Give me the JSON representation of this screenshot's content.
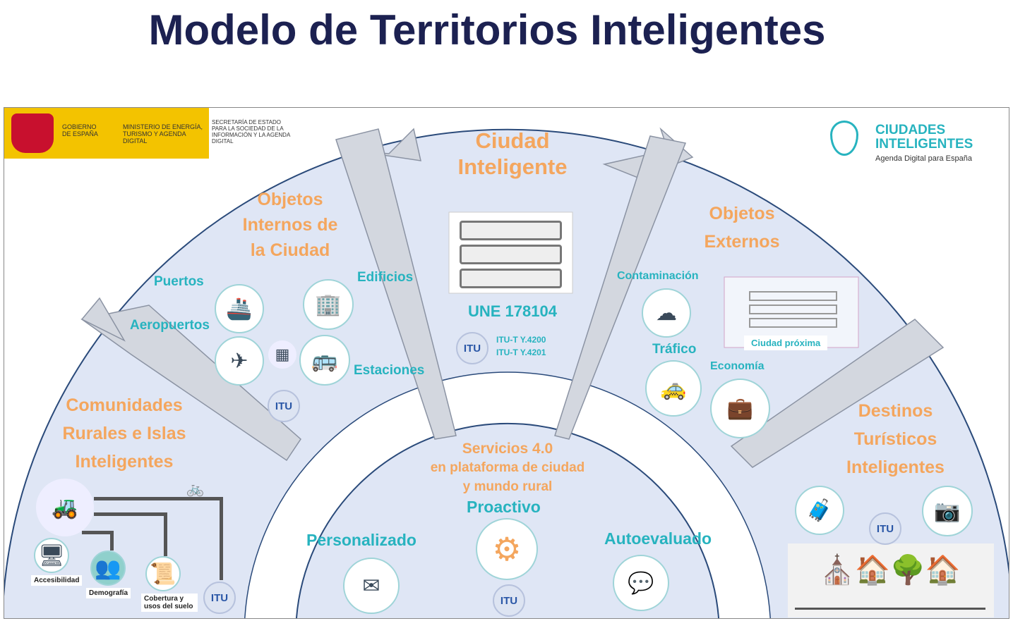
{
  "title": "Modelo de Territorios Inteligentes",
  "header": {
    "gov": "GOBIERNO DE ESPAÑA",
    "ministry": "MINISTERIO DE ENERGÍA, TURISMO Y AGENDA DIGITAL",
    "secretary": "SECRETARÍA DE ESTADO PARA LA SOCIEDAD DE LA INFORMACIÓN Y LA AGENDA DIGITAL"
  },
  "brand": {
    "name_1": "CIUDADES",
    "name_2": "INTELIGENTES",
    "tagline": "Agenda Digital para España"
  },
  "center": {
    "title_1": "Ciudad",
    "title_2": "Inteligente",
    "standard": "UNE 178104",
    "itu_1": "ITU-T  Y.4200",
    "itu_2": "ITU-T  Y.4201"
  },
  "internal": {
    "title_1": "Objetos",
    "title_2": "Internos de",
    "title_3": "la Ciudad",
    "items": [
      "Puertos",
      "Edificios",
      "Aeropuertos",
      "Estaciones"
    ]
  },
  "external": {
    "title_1": "Objetos",
    "title_2": "Externos",
    "items": [
      "Contaminación",
      "Tráfico",
      "Economía"
    ],
    "nearby": "Ciudad próxima"
  },
  "rural": {
    "title_1": "Comunidades",
    "title_2": "Rurales e Islas",
    "title_3": "Inteligentes",
    "items": [
      "Accesibilidad",
      "Demografía",
      "Cobertura y usos del suelo"
    ]
  },
  "tourism": {
    "title_1": "Destinos",
    "title_2": "Turísticos",
    "title_3": "Inteligentes"
  },
  "services": {
    "title": "Servicios 4.0",
    "sub_1": "en plataforma de ciudad",
    "sub_2": "y mundo rural",
    "items": [
      "Personalizado",
      "Proactivo",
      "Autoevaluado"
    ]
  },
  "itu": "ITU",
  "colors": {
    "title": "#1c2151",
    "orange": "#f4a65e",
    "teal": "#27b3bf",
    "band": "#dfe6f5"
  }
}
